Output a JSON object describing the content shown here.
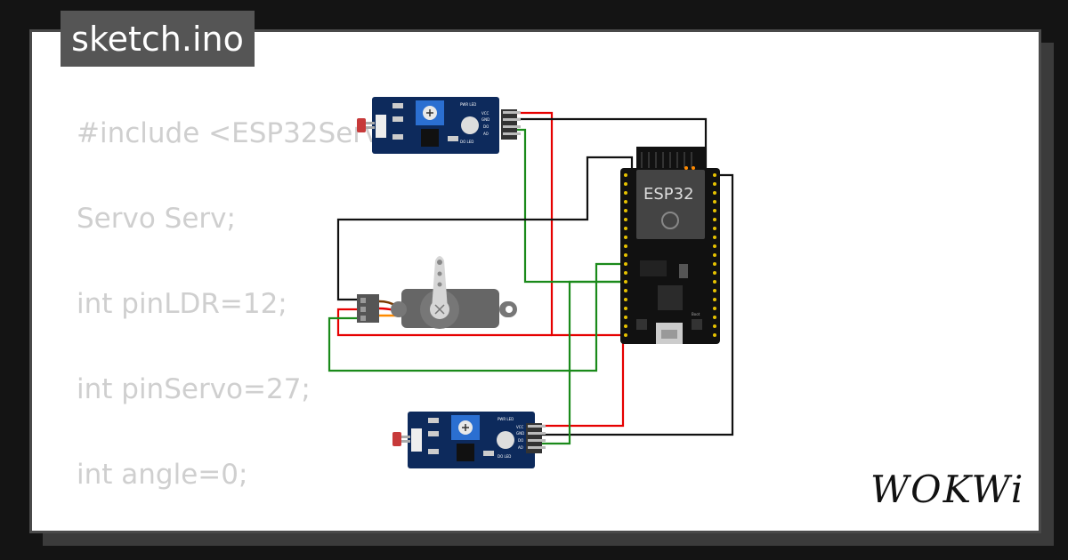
{
  "file_tab": {
    "label": "sketch.ino"
  },
  "code_lines": [
    "#include <ESP32Servo.h>",
    "Servo Serv;",
    "",
    "int pinLDR=12;",
    "int pinServo=27;",
    "int angle=0;"
  ],
  "board": {
    "label": "ESP32"
  },
  "sensor_top": {
    "pins": [
      "VCC",
      "GND",
      "DO",
      "AO"
    ],
    "leds": [
      "PWR LED",
      "DO LED"
    ]
  },
  "sensor_bottom": {
    "pins": [
      "VCC",
      "GND",
      "DO",
      "AO"
    ],
    "leds": [
      "PWR LED",
      "DO LED"
    ]
  },
  "logo": {
    "text": "WOKWi"
  },
  "colors": {
    "wire_red": "#e60000",
    "wire_black": "#111111",
    "wire_green": "#1a8a1a",
    "board_blue": "#0d2a5c",
    "servo_orange": "#ff8a00"
  }
}
